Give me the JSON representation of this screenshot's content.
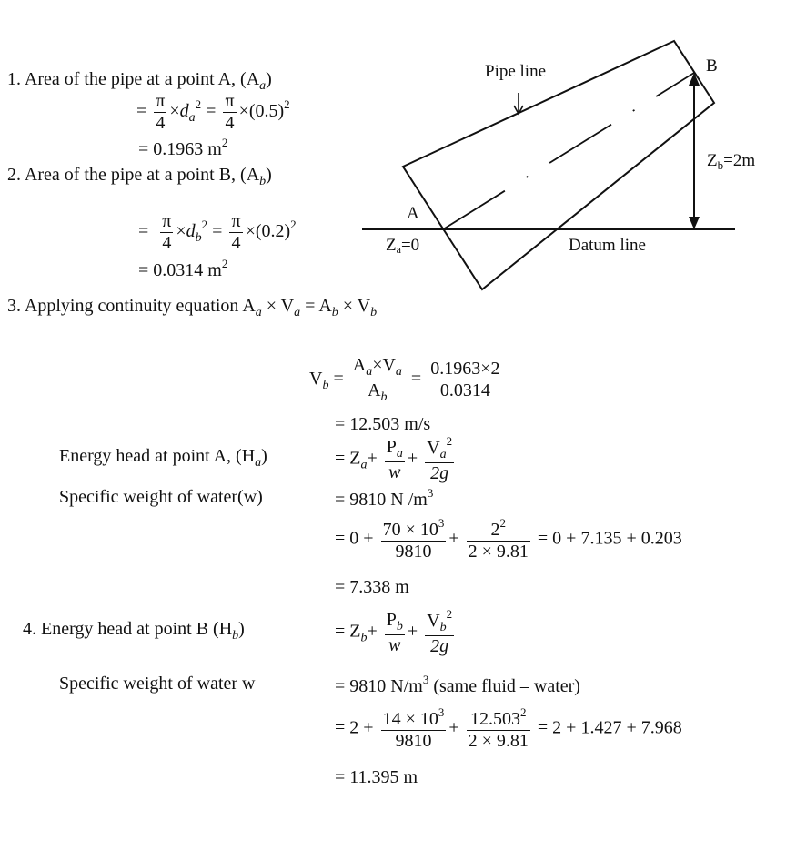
{
  "diagram": {
    "pipe_label": "Pipe line",
    "point_a": "A",
    "point_b": "B",
    "zb_label": "Z",
    "zb_sub": "b",
    "zb_value": "=2m",
    "za_label": "Z",
    "za_sub": "a",
    "za_value": "=0",
    "datum_label": "Datum line"
  },
  "step1": {
    "heading": "1. Area of the pipe at a point A, (A",
    "heading_sub": "a",
    "heading_end": ")",
    "pi": "π",
    "four": "4",
    "times": "×",
    "d": "d",
    "d_sub": "a",
    "sq": "2",
    "eq": "=",
    "value_in": "(0.5)",
    "result": "= 0.1963 m",
    "result_sup": "2"
  },
  "step2": {
    "heading": "2. Area of the pipe at a point B, (A",
    "heading_sub": "b",
    "heading_end": ")",
    "d_sub": "b",
    "value_in": "(0.2)",
    "result": "= 0.0314 m",
    "result_sup": "2"
  },
  "step3": {
    "heading": "3. Applying continuity equation A",
    "h_a": "a",
    "h_times": " × V",
    "h_va": "a",
    "h_eq": " = A",
    "h_b": "b",
    "h_times2": " × V",
    "h_vb": "b",
    "vb": "V",
    "vb_sub": "b",
    "eq": "=",
    "num_sym": "A",
    "num_a": "a",
    "num_mid": "×V",
    "num_va": "a",
    "den_sym": "A",
    "den_b": "b",
    "num_val": "0.1963×2",
    "den_val": "0.0314",
    "result": "= 12.503 m/s"
  },
  "energy_a": {
    "label": "Energy head at point A, (H",
    "label_sub": "a",
    "label_end": ")",
    "formula_eq": "= Z",
    "z_sub": "a",
    "plus": "+",
    "p": "P",
    "p_sub": "a",
    "w": "w",
    "v": "V",
    "v_sub": "a",
    "sq": "2",
    "two_g": "2g",
    "sw_label": "Specific weight of water(w)",
    "sw_value": "= 9810 N /m",
    "sw_sup": "3",
    "calc_start": "= 0 +",
    "n1": "70 × 10",
    "n1_sup": "3",
    "d1": "9810",
    "n2": "2",
    "n2_sup": "2",
    "d2": "2 × 9.81",
    "calc_end": "= 0 + 7.135 + 0.203",
    "result": "= 7.338 m"
  },
  "energy_b": {
    "label": "4. Energy head at point B (H",
    "label_sub": "b",
    "label_end": ")",
    "formula_eq": "= Z",
    "z_sub": "b",
    "p_sub": "b",
    "v_sub": "b",
    "sw_label": "Specific weight of water w",
    "sw_value": "= 9810 N/m",
    "sw_sup": "3",
    "sw_note": " (same fluid – water)",
    "calc_start": "= 2 +",
    "n1": "14 × 10",
    "n1_sup": "3",
    "d1": "9810",
    "n2": "12.503",
    "n2_sup": "2",
    "d2": "2 × 9.81",
    "calc_end": "= 2 + 1.427 + 7.968",
    "result": "= 11.395 m"
  }
}
